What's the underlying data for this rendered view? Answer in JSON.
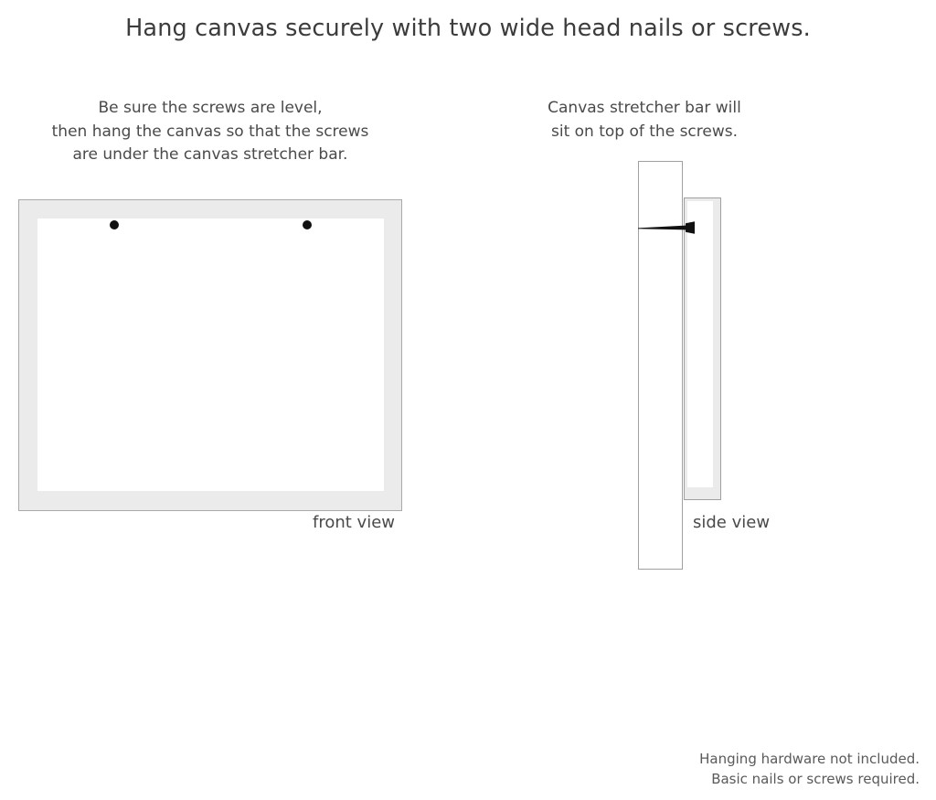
{
  "page": {
    "background_color": "#ffffff",
    "headline": "Hang canvas securely with two wide head nails or screws."
  },
  "front_view": {
    "label": "front view",
    "caption_lines": [
      "Be sure the screws are level,",
      "then hang the canvas so that the screws",
      "are under the canvas stretcher bar."
    ],
    "frame_color": "#ebebeb",
    "frame_border_color": "#a9a9a9",
    "face_color": "#ffffff",
    "screws": [
      {
        "name": "left-screw",
        "color": "#111111"
      },
      {
        "name": "right-screw",
        "color": "#111111"
      }
    ]
  },
  "side_view": {
    "label": "side view",
    "caption_lines": [
      "Canvas stretcher bar will",
      "sit on top of the screws."
    ],
    "wall_color": "#ffffff",
    "wall_border_color": "#a0a0a0",
    "stretcher_color": "#ebebeb",
    "stretcher_border_color": "#a0a0a0",
    "canvas_face_color": "#ffffff",
    "nail": {
      "name": "nail",
      "color": "#111111"
    }
  },
  "footnote": {
    "lines": [
      "Hanging hardware not included.",
      "Basic nails or screws required."
    ]
  }
}
